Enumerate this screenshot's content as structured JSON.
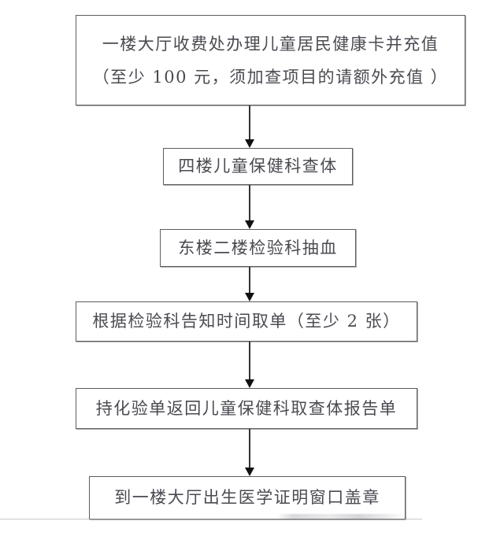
{
  "document": {
    "type": "flowchart",
    "orientation": "vertical",
    "background_color": "#ffffff",
    "border_color": "#5d5d5d",
    "text_color": "#4a4a52",
    "arrow_color": "#111111"
  },
  "nodes": [
    {
      "id": "step-1",
      "line1": "一楼大厅收费处办理儿童居民健康卡并充值",
      "line2": "（至少 100 元，须加查项目的请额外充值 ）"
    },
    {
      "id": "step-2",
      "line1": "四楼儿童保健科查体"
    },
    {
      "id": "step-3",
      "line1": "东楼二楼检验科抽血"
    },
    {
      "id": "step-4",
      "line1": "根据检验科告知时间取单（至少 2 张）"
    },
    {
      "id": "step-5",
      "line1": "持化验单返回儿童保健科取查体报告单"
    },
    {
      "id": "step-6",
      "line1": "到一楼大厅出生医学证明窗口盖章"
    }
  ],
  "connectors": [
    {
      "id": "arrow-1",
      "from": "step-1",
      "to": "step-2",
      "direction": "down"
    },
    {
      "id": "arrow-2",
      "from": "step-2",
      "to": "step-3",
      "direction": "down"
    },
    {
      "id": "arrow-3",
      "from": "step-3",
      "to": "step-4",
      "direction": "down"
    },
    {
      "id": "arrow-4",
      "from": "step-4",
      "to": "step-5",
      "direction": "down"
    },
    {
      "id": "arrow-5",
      "from": "step-5",
      "to": "step-6",
      "direction": "down"
    }
  ]
}
